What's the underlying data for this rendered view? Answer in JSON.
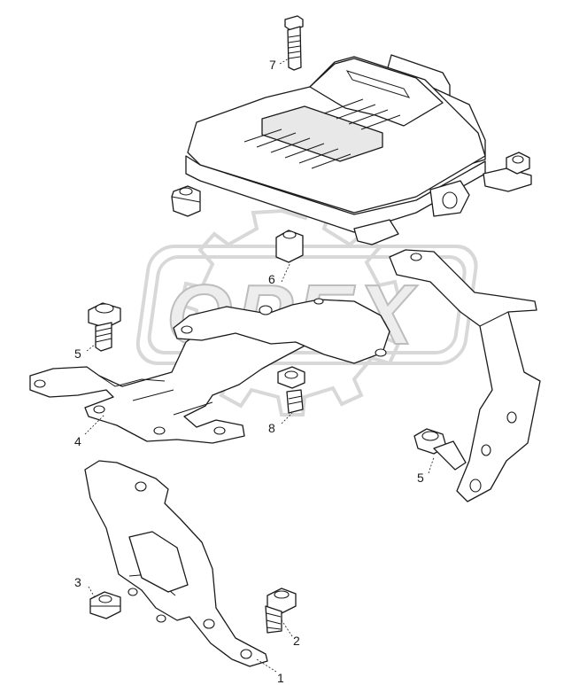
{
  "watermark": {
    "text": "OPEX"
  },
  "callouts": {
    "c1": "1",
    "c2": "2",
    "c3": "3",
    "c4": "4",
    "c5a": "5",
    "c5b": "5",
    "c6": "6",
    "c7": "7",
    "c8": "8"
  },
  "colors": {
    "line": "#1a1a1a",
    "watermark": "#d0d0d0",
    "background": "#ffffff"
  }
}
